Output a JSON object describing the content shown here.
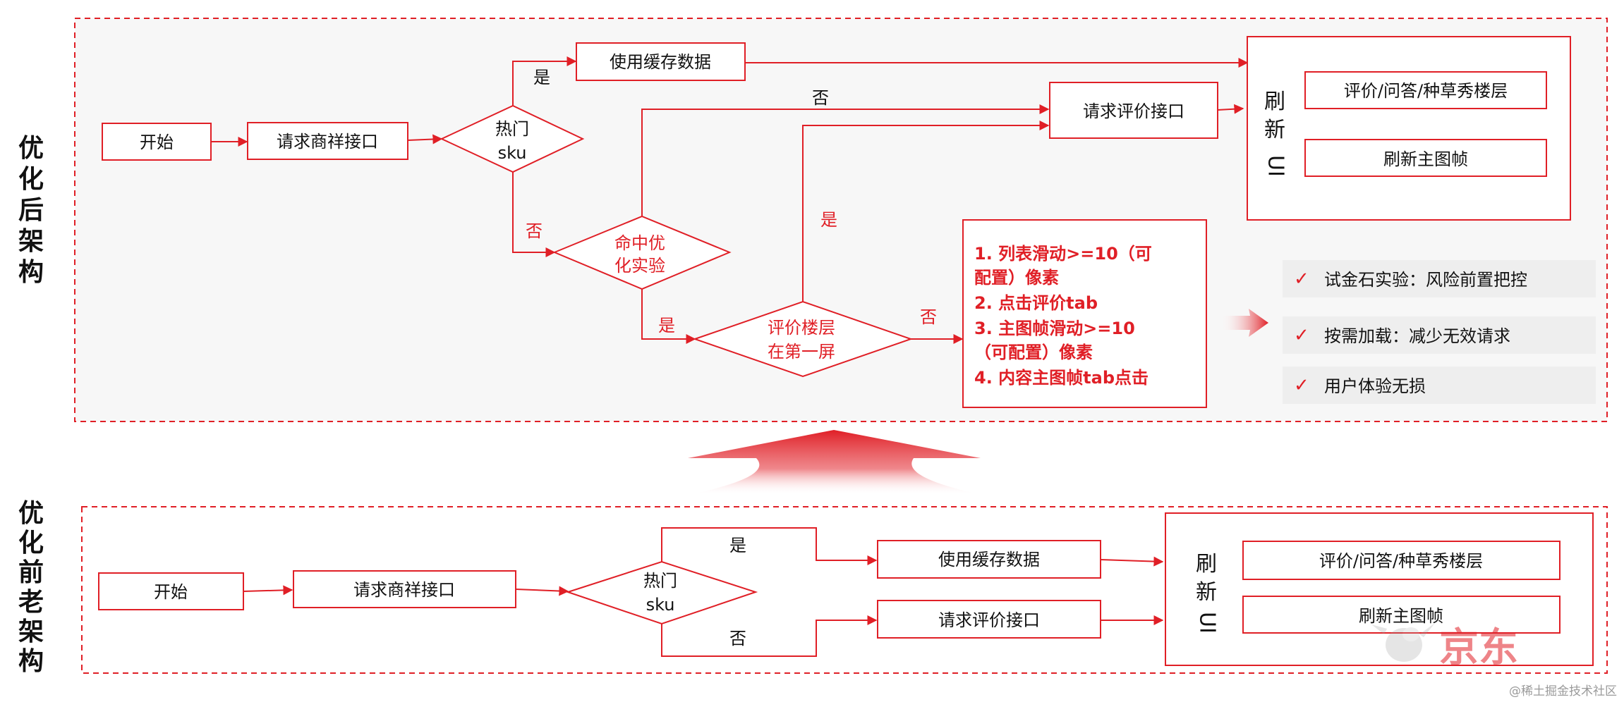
{
  "colors": {
    "accent": "#e01f26",
    "text": "#111111",
    "panel_bg": "#f7f7f7",
    "benefit_bg": "#eeeeee"
  },
  "optimized": {
    "side_title": [
      "优",
      "化",
      "后",
      "架",
      "构"
    ],
    "start": "开始",
    "request_product": "请求商祥接口",
    "hot_sku": [
      "热门",
      "sku"
    ],
    "yes_top": "是",
    "no_top": "否",
    "use_cache": "使用缓存数据",
    "request_review": "请求评价接口",
    "experiment_hit": [
      "命中优",
      "化实验"
    ],
    "no_mid": "否",
    "yes_mid": "是",
    "yes_bottom": "是",
    "review_floor_first_screen": [
      "评价楼层",
      "在第一屏"
    ],
    "no_right": "否",
    "refresh_ui": [
      "刷",
      "新",
      "UI"
    ],
    "review_qa_floor": "评价/问答/种草秀楼层",
    "refresh_main_frame": "刷新主图帧",
    "conditions": [
      "1.  列表滑动>=10（可",
      "     配置）像素",
      "2.  点击评价tab",
      "3.  主图帧滑动>=10",
      "     （可配置）像素",
      "4.  内容主图帧tab点击"
    ],
    "benefits": [
      "试金石实验：风险前置把控",
      "按需加载：减少无效请求",
      "用户体验无损"
    ],
    "check_mark": "✓"
  },
  "legacy": {
    "side_title": [
      "优",
      "化",
      "前",
      "老",
      "架",
      "构"
    ],
    "start": "开始",
    "request_product": "请求商祥接口",
    "hot_sku": [
      "热门",
      "sku"
    ],
    "yes": "是",
    "no": "否",
    "use_cache": "使用缓存数据",
    "request_review": "请求评价接口",
    "refresh_ui": [
      "刷",
      "新",
      "UI"
    ],
    "review_qa_floor": "评价/问答/种草秀楼层",
    "refresh_main_frame": "刷新主图帧"
  },
  "branding": {
    "logo": "京东",
    "watermark": "@稀土掘金技术社区"
  }
}
